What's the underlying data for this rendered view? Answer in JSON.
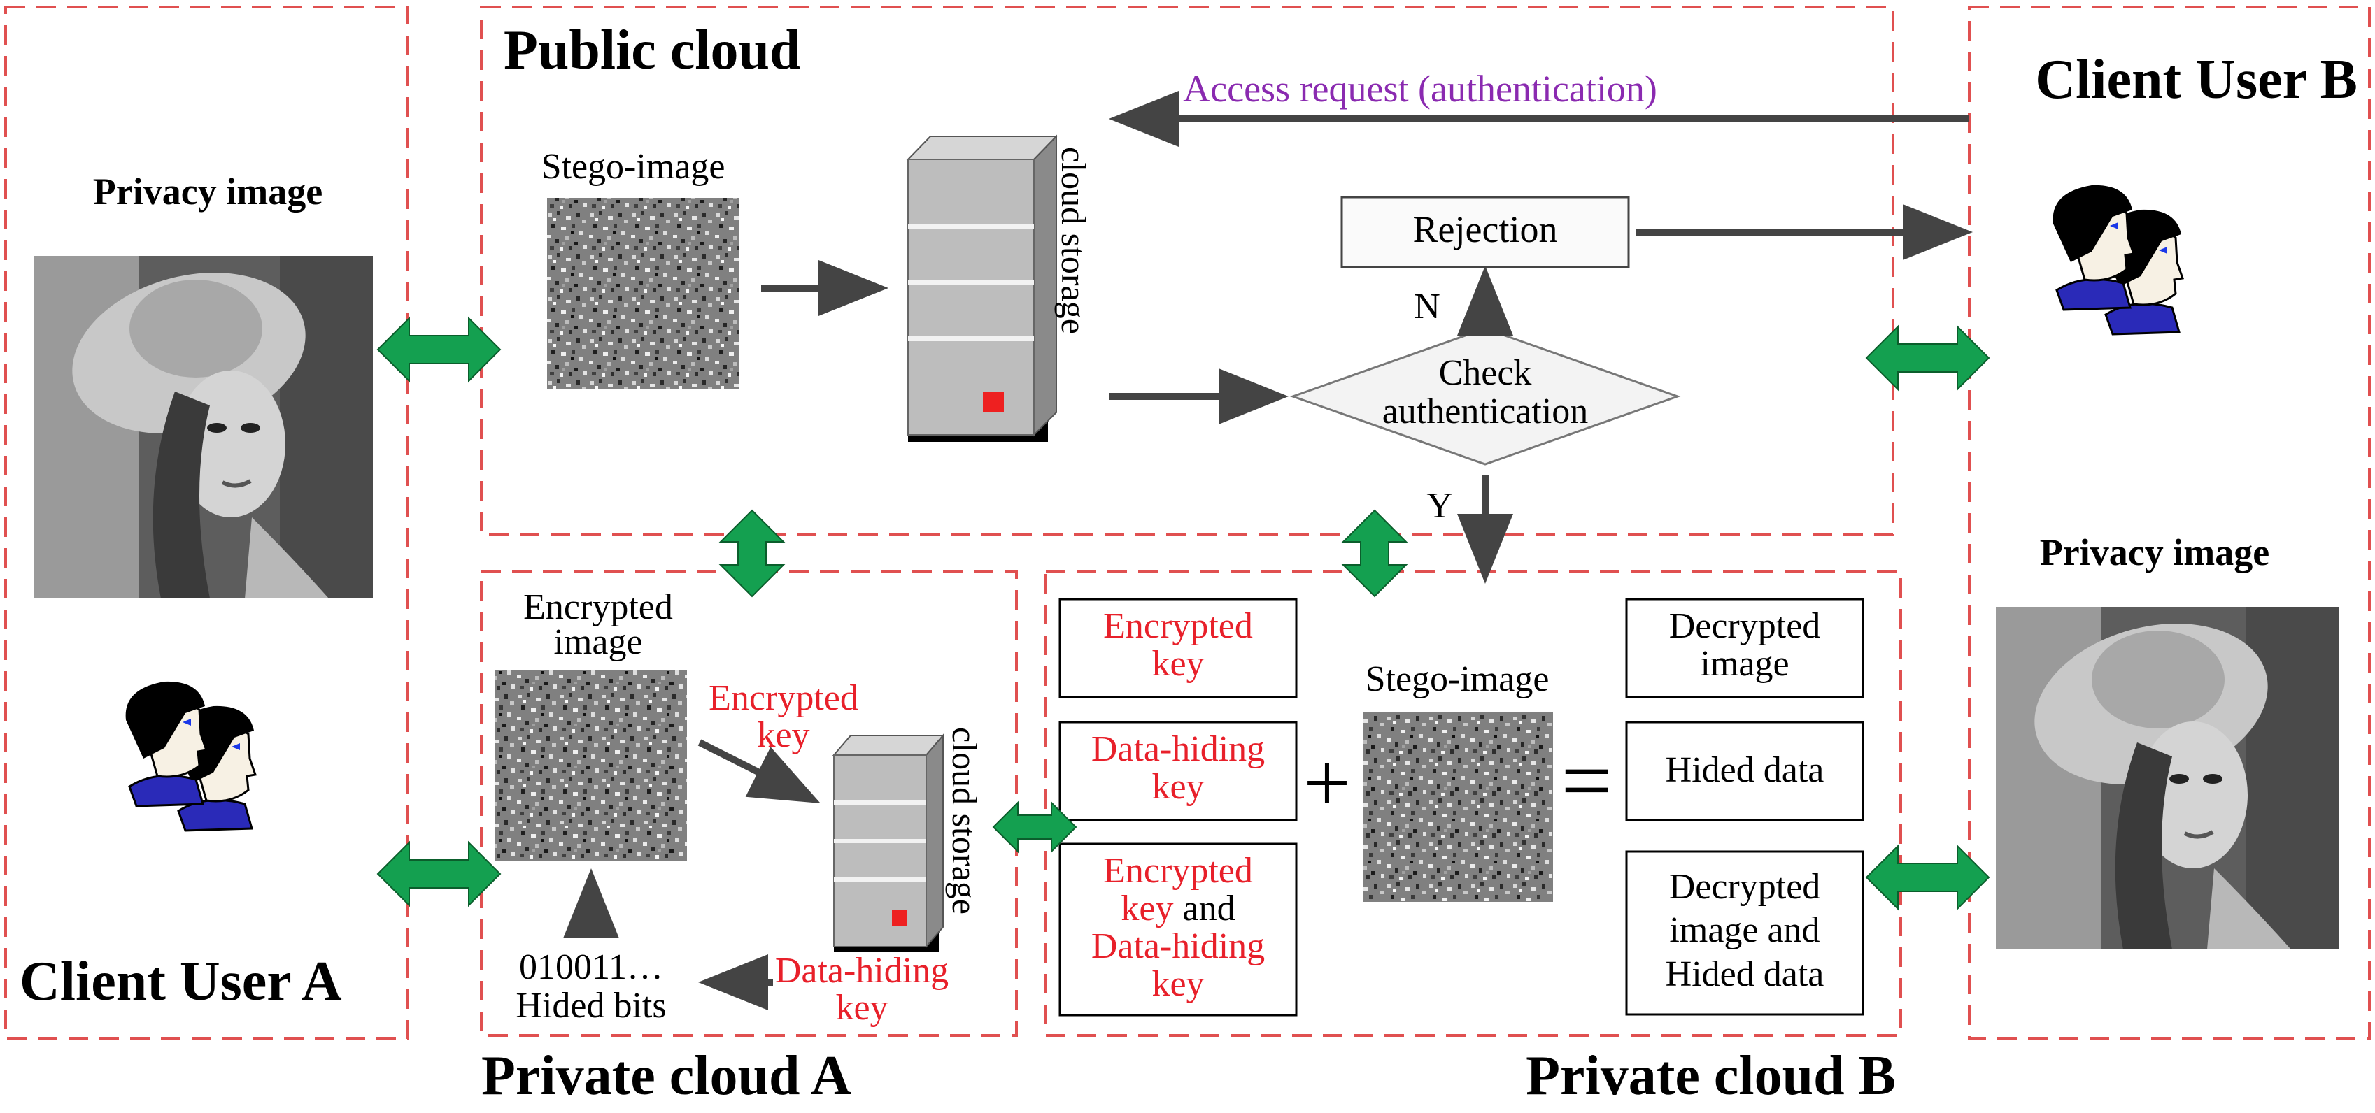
{
  "colors": {
    "dashed_border": "#e05050",
    "red_text": "#e8202a",
    "purple_text": "#8a2ab0",
    "arrow_dark": "#444444",
    "green_arrow": "#14a050",
    "server_body": "#bdbdbd",
    "server_shadow": "#000000",
    "server_led": "#ee2020"
  },
  "regions": {
    "public_cloud": "Public cloud",
    "private_cloud_a": "Private cloud A",
    "private_cloud_b": "Private cloud B",
    "client_user_a": "Client User A",
    "client_user_b": "Client User B"
  },
  "client_a": {
    "privacy_image_label": "Privacy image"
  },
  "client_b": {
    "privacy_image_label": "Privacy image"
  },
  "public": {
    "stego_image_label": "Stego-image",
    "cloud_storage_label": "cloud storage",
    "access_request": "Access request (authentication)",
    "rejection": "Rejection",
    "check_line1": "Check",
    "check_line2": "authentication",
    "branch_n": "N",
    "branch_y": "Y"
  },
  "private_a": {
    "encrypted_image_line1": "Encrypted",
    "encrypted_image_line2": "image",
    "encrypted_key_line1": "Encrypted",
    "encrypted_key_line2": "key",
    "cloud_storage_label": "cloud storage",
    "bits": "010011…",
    "hided_bits": "Hided bits",
    "data_hiding_key_line1": "Data-hiding",
    "data_hiding_key_line2": "key"
  },
  "private_b": {
    "key1_line1": "Encrypted",
    "key1_line2": "key",
    "key2_line1": "Data-hiding",
    "key2_line2": "key",
    "key3_line1": "Encrypted",
    "key3_line2a": "key",
    "key3_line2b": " and",
    "key3_line3": "Data-hiding",
    "key3_line4": "key",
    "plus": "+",
    "stego_image_label": "Stego-image",
    "equals": "=",
    "out1_line1": "Decrypted",
    "out1_line2": "image",
    "out2": "Hided data",
    "out3_line1": "Decrypted",
    "out3_line2": "image and",
    "out3_line3": "Hided data"
  }
}
